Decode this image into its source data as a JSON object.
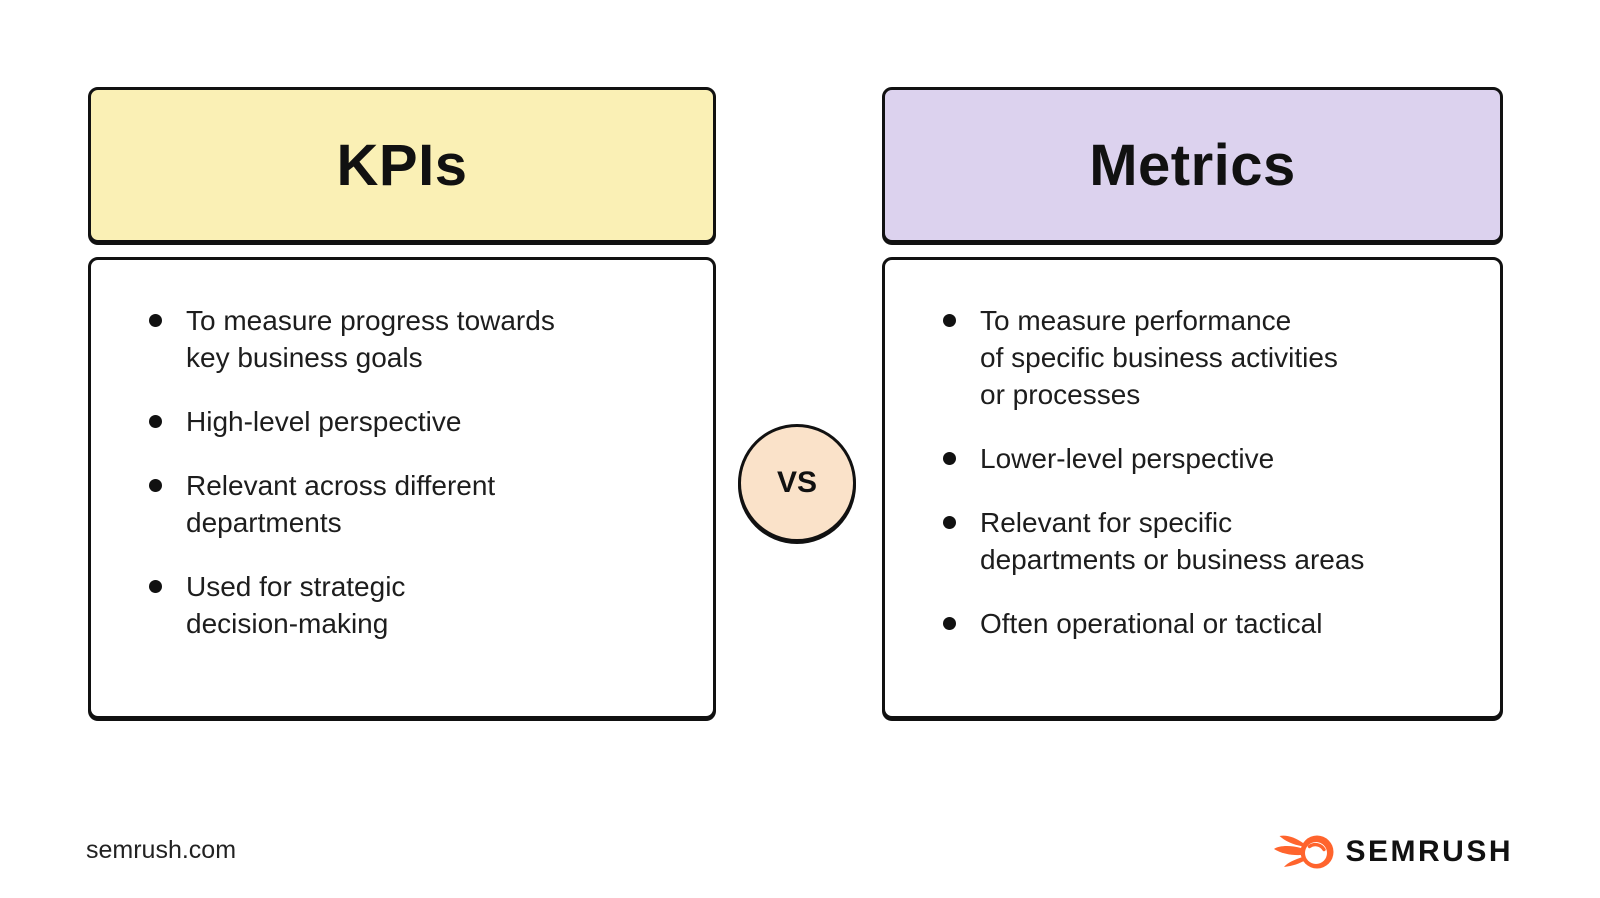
{
  "page": {
    "background": "#ffffff",
    "border_color": "#111111",
    "text_color": "#1d1d1d"
  },
  "kpis": {
    "title": "KPIs",
    "header_color": "#FAF0B5",
    "bullets": [
      "To measure progress towards\nkey business goals",
      "High-level perspective",
      "Relevant across different\ndepartments",
      "Used for strategic\ndecision-making"
    ]
  },
  "metrics": {
    "title": "Metrics",
    "header_color": "#DCD2EE",
    "bullets": [
      "To measure performance\nof specific business activities\nor processes",
      "Lower-level perspective",
      "Relevant for specific\ndepartments or business areas",
      "Often operational or tactical"
    ]
  },
  "vs": {
    "label": "VS",
    "color": "#FAE2C9"
  },
  "footer": {
    "site": "semrush.com",
    "brand": "SEMRUSH",
    "brand_color": "#FF642D",
    "brand_icon": "semrush-comet-icon"
  }
}
